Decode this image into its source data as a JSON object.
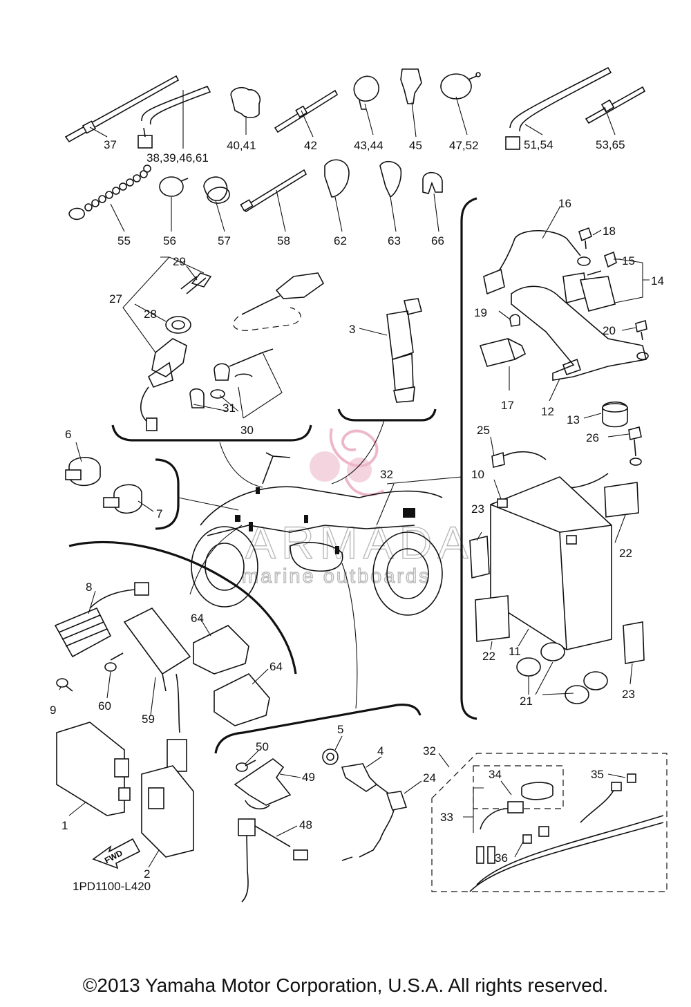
{
  "diagram_code": "1PD1100-L420",
  "footer": "©2013 Yamaha Motor Corporation, U.S.A. All rights reserved.",
  "watermark": {
    "brand": "ARMADA",
    "tagline": "marine outboards",
    "logo_color": "#e8a0b8"
  },
  "fwd_label": "FWD",
  "callouts": {
    "c1": "1",
    "c2": "2",
    "c3": "3",
    "c4": "4",
    "c5": "5",
    "c6": "6",
    "c7": "7",
    "c8": "8",
    "c9": "9",
    "c10": "10",
    "c11": "11",
    "c12": "12",
    "c13": "13",
    "c14": "14",
    "c15": "15",
    "c16": "16",
    "c17": "17",
    "c18": "18",
    "c19": "19",
    "c20": "20",
    "c21": "21",
    "c22a": "22",
    "c22b": "22",
    "c23a": "23",
    "c23b": "23",
    "c24": "24",
    "c25": "25",
    "c26": "26",
    "c27": "27",
    "c28": "28",
    "c29": "29",
    "c30": "30",
    "c31": "31",
    "c32a": "32",
    "c32b": "32",
    "c33": "33",
    "c34": "34",
    "c35": "35",
    "c36": "36",
    "c37": "37",
    "c38": "38,39,46,61",
    "c40": "40,41",
    "c42": "42",
    "c43": "43,44",
    "c45": "45",
    "c47": "47,52",
    "c48": "48",
    "c49": "49",
    "c50": "50",
    "c51": "51,54",
    "c53": "53,65",
    "c55": "55",
    "c56": "56",
    "c57": "57",
    "c58": "58",
    "c59": "59",
    "c60": "60",
    "c62": "62",
    "c63": "63",
    "c64a": "64",
    "c64b": "64",
    "c66": "66"
  }
}
